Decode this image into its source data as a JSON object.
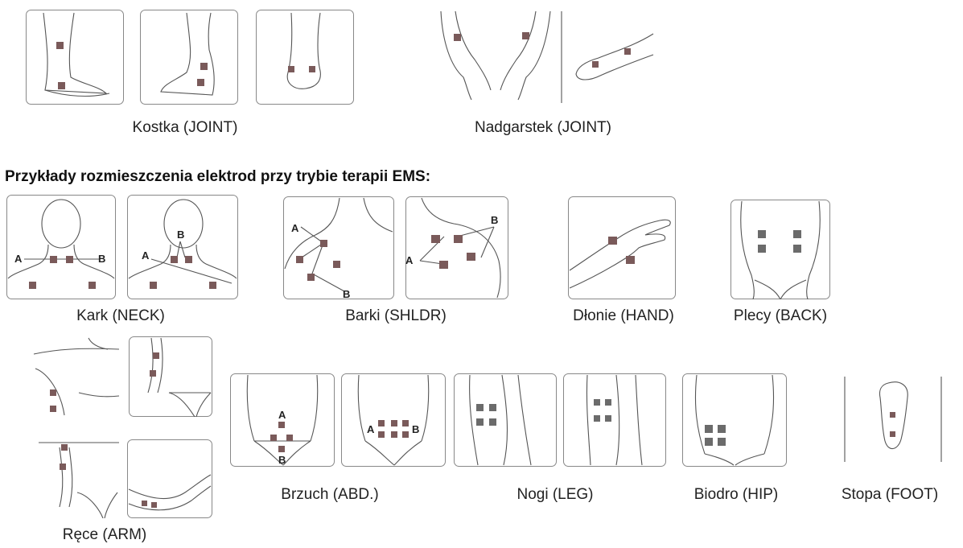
{
  "section_heading": "Przykłady rozmieszczenia elektrod przy trybie terapii EMS:",
  "captions": {
    "ankle": "Kostka (JOINT)",
    "wrist": "Nadgarstek (JOINT)",
    "neck": "Kark (NECK)",
    "shoulder": "Barki (SHLDR)",
    "hand": "Dłonie (HAND)",
    "back": "Plecy (BACK)",
    "arm": "Ręce (ARM)",
    "abdomen": "Brzuch (ABD.)",
    "leg": "Nogi (LEG)",
    "hip": "Biodro (HIP)",
    "foot": "Stopa (FOOT)"
  },
  "labels": {
    "a": "A",
    "b": "B"
  },
  "colors": {
    "pad": "#7a5a5a",
    "pad_gray": "#6b6b6b",
    "line": "#555555"
  }
}
